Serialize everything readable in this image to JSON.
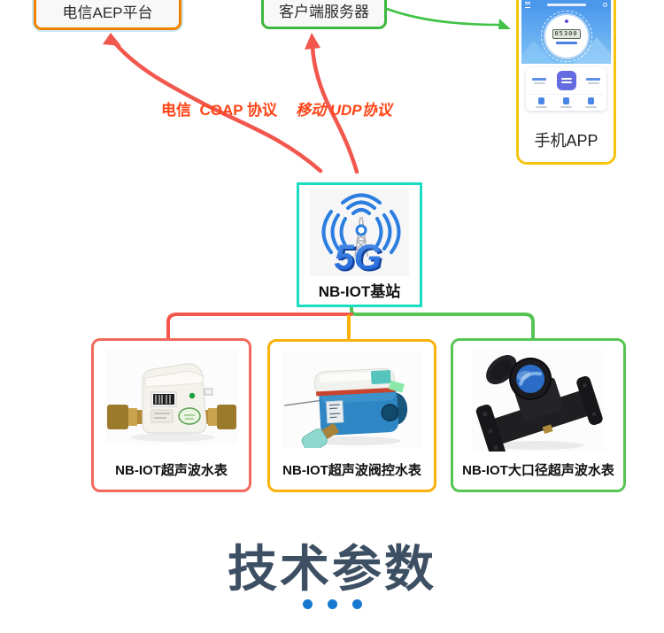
{
  "diagram": {
    "telecom_platform": {
      "label": "电信AEP平台"
    },
    "client_server": {
      "label": "客户端服务器"
    },
    "phone": {
      "label": "手机APP",
      "meter_reading": "05300"
    },
    "base_station": {
      "label": "NB-IOT基站",
      "tower_text": "5G"
    },
    "protocol_labels": {
      "telecom": "电信  COAP 协议",
      "mobile": "移动 UDP协议"
    },
    "products": [
      {
        "label": "NB-IOT超声波水表"
      },
      {
        "label": "NB-IOT超声波阀控水表"
      },
      {
        "label": "NB-IOT大口径超声波水表"
      }
    ]
  },
  "section": {
    "title": "技术参数",
    "dots_count": 3
  },
  "colors": {
    "platform_border": "#f08200",
    "platform_halo": "#c9e8f5",
    "server_border": "#3db83e",
    "phone_border": "#f6c40e",
    "station_border": "#1adcc1",
    "product1_border": "#f4695c",
    "product2_border": "#fbb10b",
    "product3_border": "#55c553",
    "arrow_red": "#f2574d",
    "arrow_green": "#3fc245",
    "protocol_text": "#ff4417",
    "connector_green": "#56c454",
    "connector_amber": "#fbb10b",
    "connector_red": "#f2574d",
    "title_text": "#3d4f63",
    "dot_blue": "#1778d0",
    "tower_blue": "#2b7de0"
  }
}
